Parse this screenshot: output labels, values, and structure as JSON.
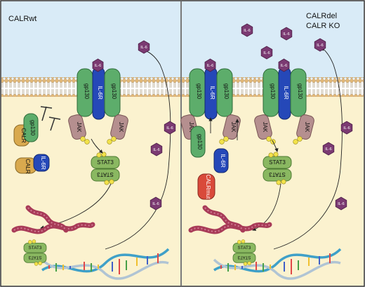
{
  "left_panel": {
    "title": "CALRwt",
    "gp130": "gp130",
    "il6r": "IL-6R",
    "jak": "JAK",
    "il6": "IL-6",
    "stat3": "STAT3",
    "calr": "CALR"
  },
  "right_panel": {
    "title_line1": "CALRdel",
    "title_line2": "CALR KO",
    "gp130": "gp130",
    "il6r": "IL-6R",
    "jak": "JAK",
    "il6": "IL-6",
    "stat3": "STAT3",
    "calr_mut": "CALRmut"
  },
  "colors": {
    "extracellular": "#d9ebf7",
    "cytoplasm": "#fbf2cf",
    "gp130": "#5dad6b",
    "il6r": "#2548b8",
    "jak": "#b58f8f",
    "il6": "#7b3a72",
    "stat3": "#8ab861",
    "calr": "#d9a94e",
    "calr_mut": "#d94a3a",
    "phospho": "#f2e24a",
    "chromatin": "#a83b58"
  }
}
